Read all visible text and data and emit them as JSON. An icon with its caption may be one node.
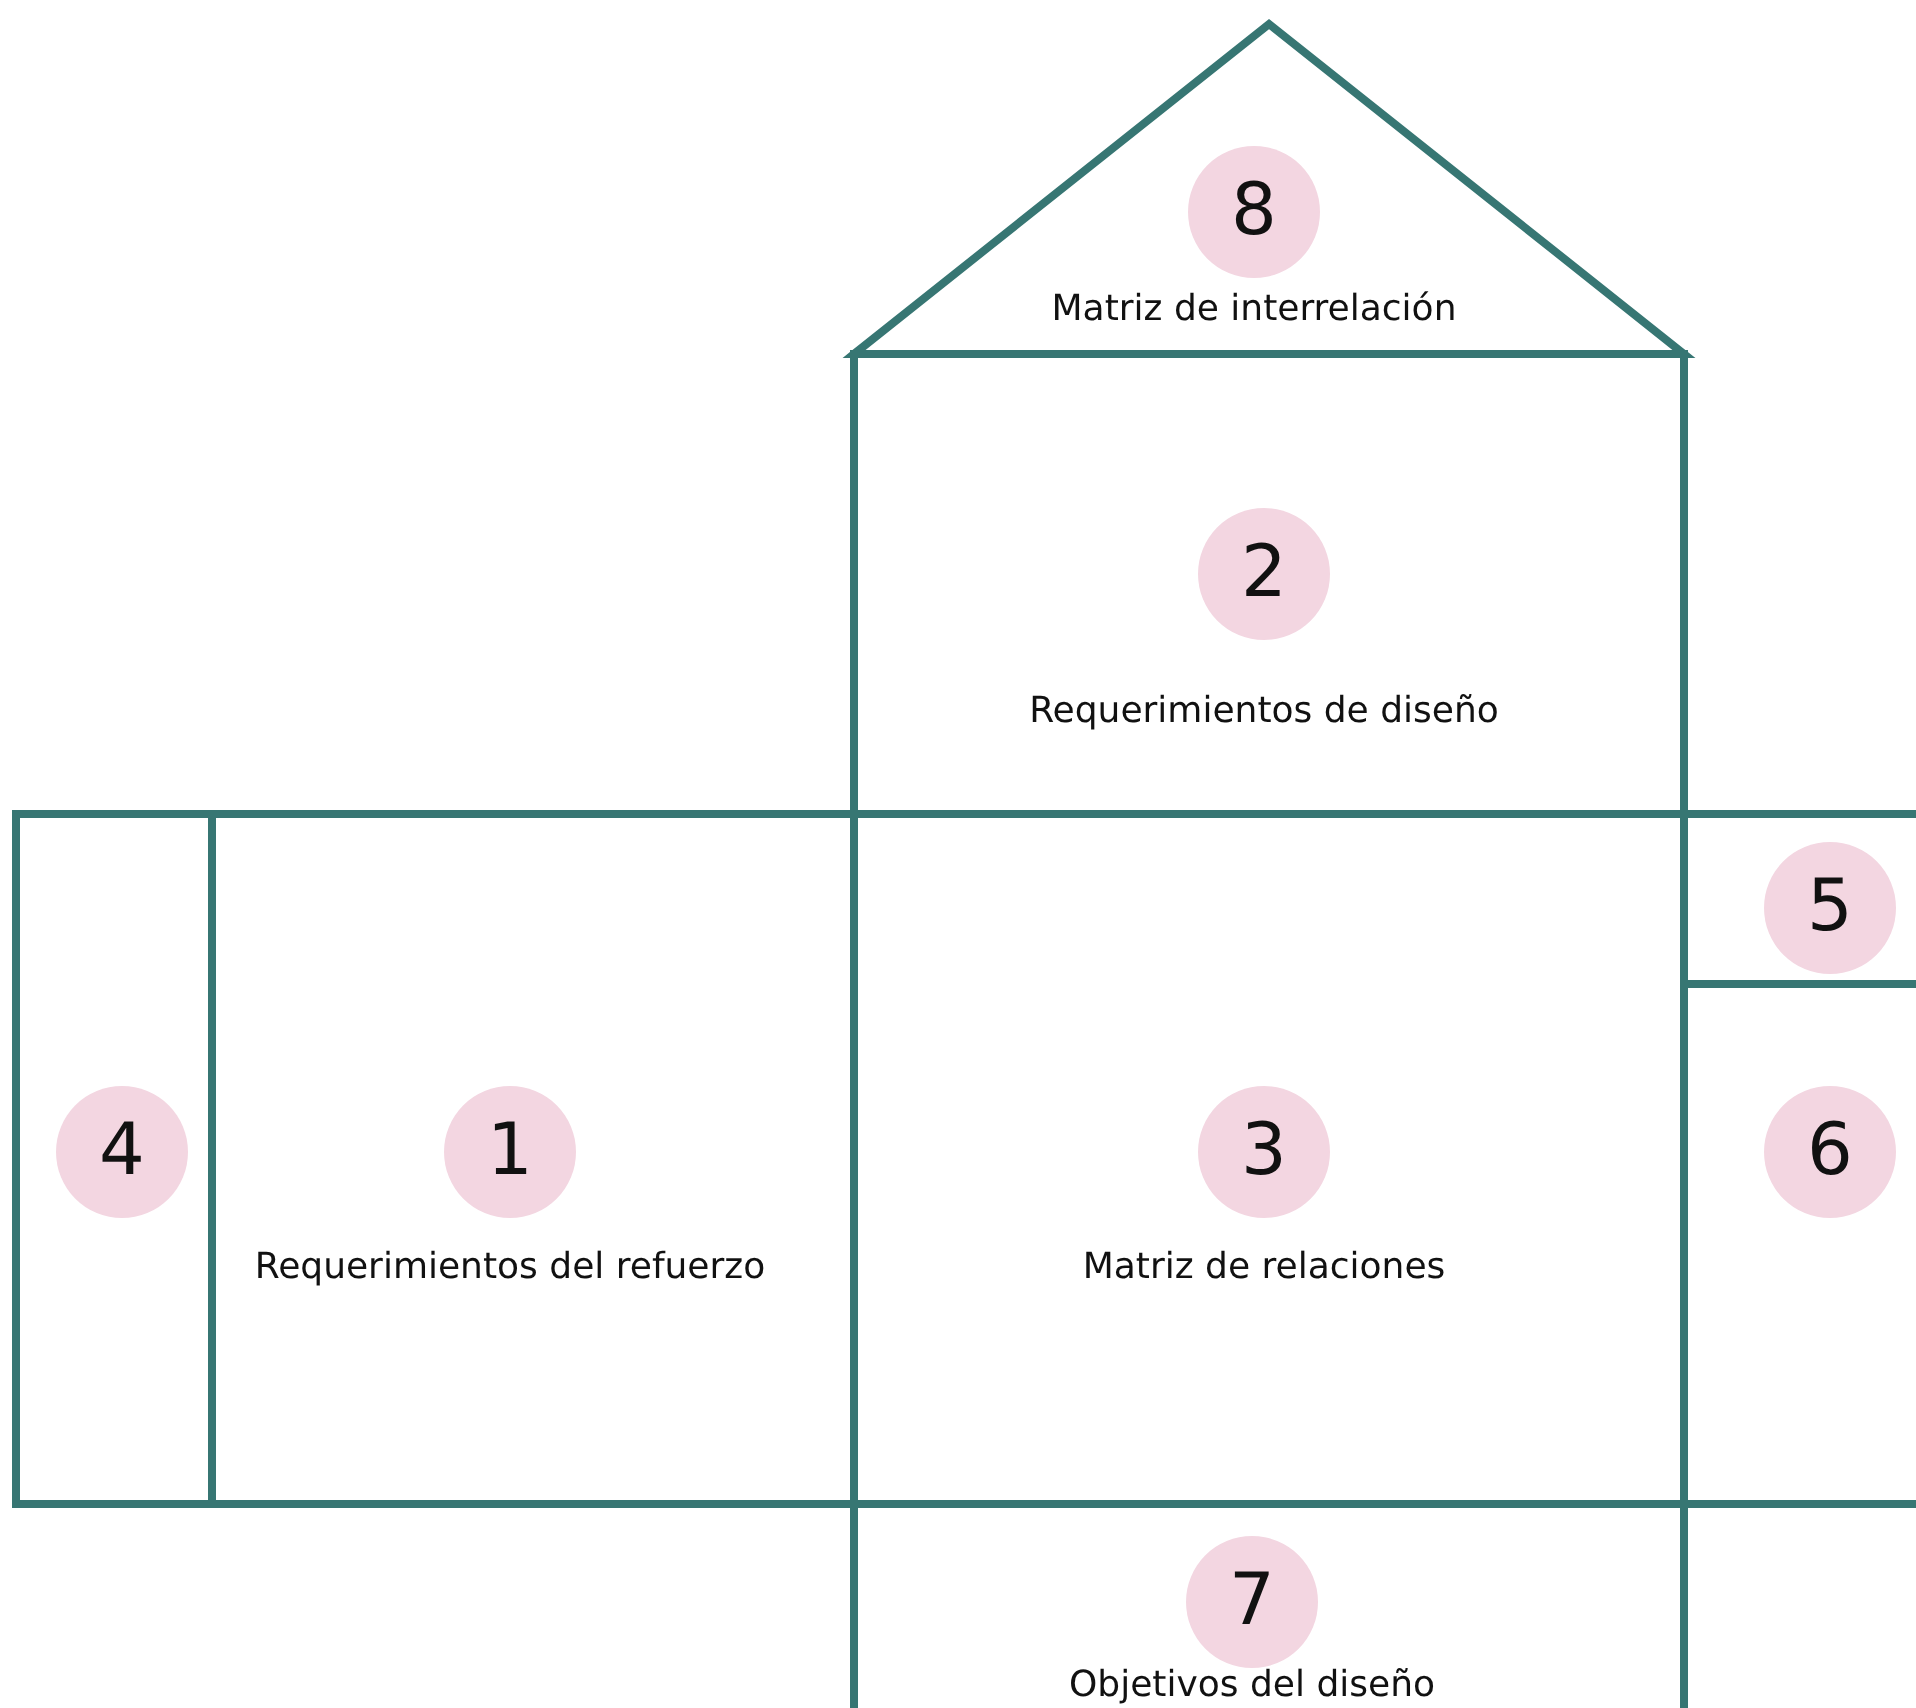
{
  "diagram": {
    "nodes": [
      {
        "text": [
          "8",
          "Matriz de interrelación"
        ]
      },
      {
        "text": [
          "2",
          "Requerimientos de diseño"
        ]
      },
      {
        "text": [
          "4"
        ]
      },
      {
        "text": [
          "1",
          "Requerimientos del refuerzo"
        ]
      },
      {
        "text": [
          "3",
          "Matriz de relaciones"
        ]
      },
      {
        "text": [
          "5"
        ]
      },
      {
        "text": [
          "6"
        ]
      },
      {
        "text": [
          "7",
          "Objetivos del diseño"
        ]
      }
    ]
  }
}
